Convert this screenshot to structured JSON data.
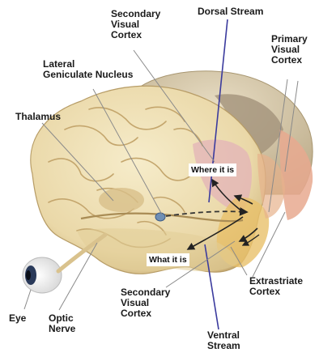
{
  "labels": {
    "secondary_visual_cortex_top": "Secondary\nVisual\nCortex",
    "dorsal_stream": "Dorsal Stream",
    "primary_visual_cortex": "Primary\nVisual\nCortex",
    "lateral_geniculate_nucleus": "Lateral\nGeniculate Nucleus",
    "thalamus": "Thalamus",
    "where_it_is": "Where it is",
    "what_it_is": "What it is",
    "secondary_visual_cortex_bottom": "Secondary\nVisual\nCortex",
    "extrastriate_cortex": "Extrastriate\nCortex",
    "eye": "Eye",
    "optic_nerve": "Optic\nNerve",
    "ventral_stream": "Ventral\nStream"
  },
  "colors": {
    "brain": "#eedfb5",
    "brain_shadow": "#c9b07a",
    "stream_line": "#3b3b9e",
    "visual_cortex": "#e7b0a0",
    "extrastriate": "#e9c46b"
  }
}
